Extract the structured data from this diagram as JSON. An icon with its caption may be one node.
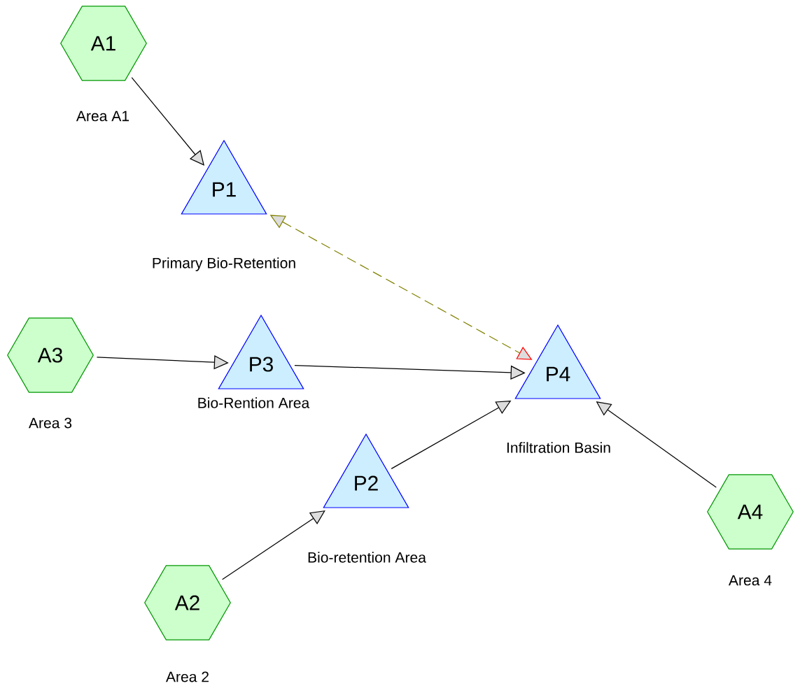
{
  "diagram": {
    "nodes": [
      {
        "text": [
          "A1"
        ],
        "beside": [
          "Area A1"
        ]
      },
      {
        "text": [
          "P1"
        ],
        "beside": [
          "Primary Bio-Retention"
        ]
      },
      {
        "text": [
          "A3"
        ],
        "beside": [
          "Area 3"
        ]
      },
      {
        "text": [
          "P3"
        ],
        "beside": [
          "Bio-Rention Area"
        ]
      },
      {
        "text": [
          "P4"
        ],
        "beside": [
          "Infiltration Basin"
        ]
      },
      {
        "text": [
          "P2"
        ],
        "beside": [
          "Bio-retention Area"
        ]
      },
      {
        "text": [
          "A4"
        ],
        "beside": [
          "Area 4"
        ]
      },
      {
        "text": [
          "A2"
        ],
        "beside": [
          "Area 2"
        ]
      }
    ],
    "edges": [
      {
        "from": 0,
        "to": 1,
        "arrow": "to"
      },
      {
        "from": 1,
        "to": 4,
        "arrow": "both",
        "style": "dashed",
        "color": "#808000"
      },
      {
        "from": 2,
        "to": 3,
        "arrow": "to"
      },
      {
        "from": 3,
        "to": 4,
        "arrow": "to"
      },
      {
        "from": 5,
        "to": 4,
        "arrow": "to"
      },
      {
        "from": 6,
        "to": 4,
        "arrow": "to"
      },
      {
        "from": 7,
        "to": 5,
        "arrow": "to"
      }
    ]
  }
}
